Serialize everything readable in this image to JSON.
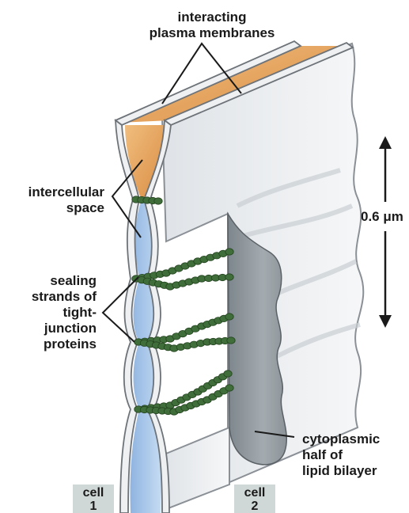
{
  "labels": {
    "membranes": [
      "interacting",
      "plasma membranes"
    ],
    "space": [
      "intercellular",
      "space"
    ],
    "strands": [
      "sealing",
      "strands of",
      "tight-",
      "junction",
      "proteins"
    ],
    "cytoplasmic": [
      "cytoplasmic",
      "half of",
      "lipid bilayer"
    ],
    "measure": "0.6 μm"
  },
  "cells": [
    {
      "word": "cell",
      "num": "1"
    },
    {
      "word": "cell",
      "num": "2"
    }
  ],
  "colors": {
    "membrane": "#e9ecef",
    "membrane_edge": "#6d7378",
    "space_orange": "#e6a25a",
    "space_blue": "#a9c9ec",
    "strand_green": "#3f6e3a",
    "bilayer_gray": "#8f979d"
  }
}
